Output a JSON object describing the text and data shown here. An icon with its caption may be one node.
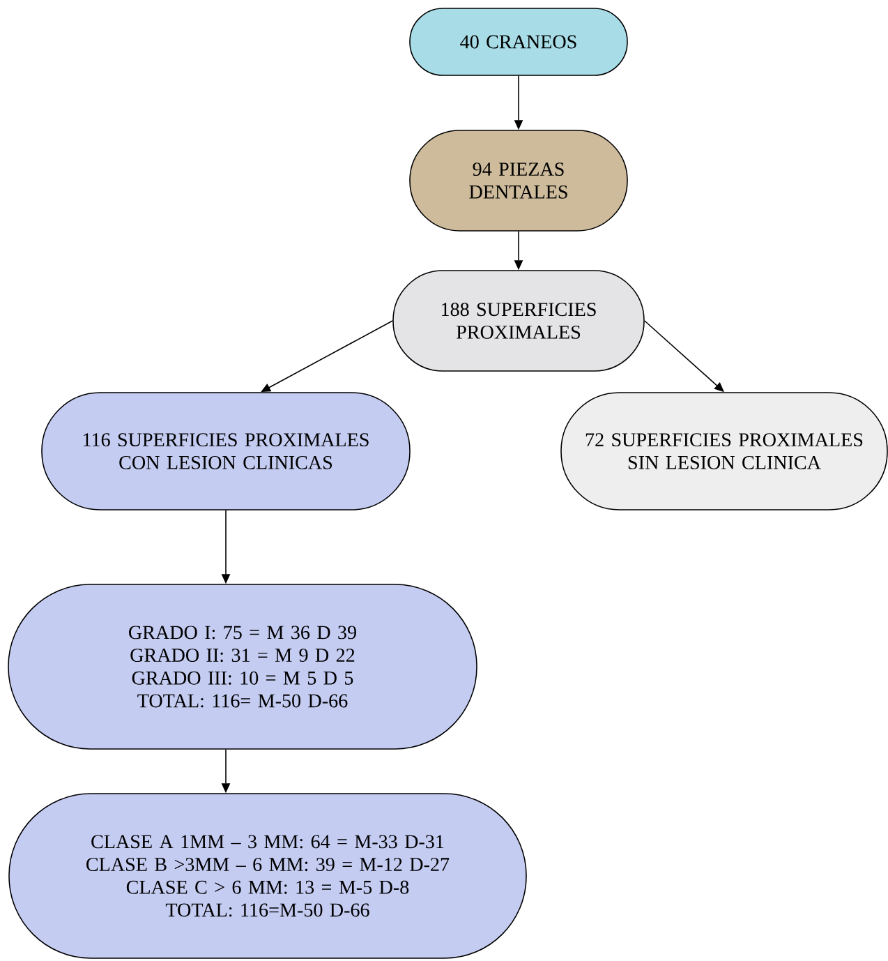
{
  "diagram": {
    "nodes": [
      {
        "text": [
          "40 CRANEOS"
        ]
      },
      {
        "text": [
          "94 PIEZAS DENTALES"
        ]
      },
      {
        "text": [
          "188 SUPERFICIES PROXIMALES"
        ]
      },
      {
        "text": [
          "116 SUPERFICIES PROXIMALES CON LESION CLINICAS"
        ]
      },
      {
        "text": [
          "72 SUPERFICIES PROXIMALES SIN LESION CLINICA"
        ]
      },
      {
        "text": [
          "GRADO I: 75 = M 36 D 39",
          "GRADO II: 31 = M 9 D 22",
          "GRADO III: 10 = M 5 D 5",
          "TOTAL: 116= M-50 D-66"
        ]
      },
      {
        "text": [
          "CLASE A 1MM – 3 MM: 64 = M-33 D-31",
          "CLASE B >3MM – 6 MM: 39 = M-12 D-27",
          "CLASE C > 6 MM: 13 = M-5 D-8",
          "TOTAL: 116=M-50 D-66"
        ]
      }
    ],
    "edges": [
      {
        "from": 0,
        "to": 1,
        "arrow": "to"
      },
      {
        "from": 1,
        "to": 2,
        "arrow": "to"
      },
      {
        "from": 2,
        "to": 3,
        "arrow": "to"
      },
      {
        "from": 2,
        "to": 4,
        "arrow": "to"
      },
      {
        "from": 3,
        "to": 5,
        "arrow": "to"
      },
      {
        "from": 5,
        "to": 6,
        "arrow": "to"
      }
    ]
  }
}
